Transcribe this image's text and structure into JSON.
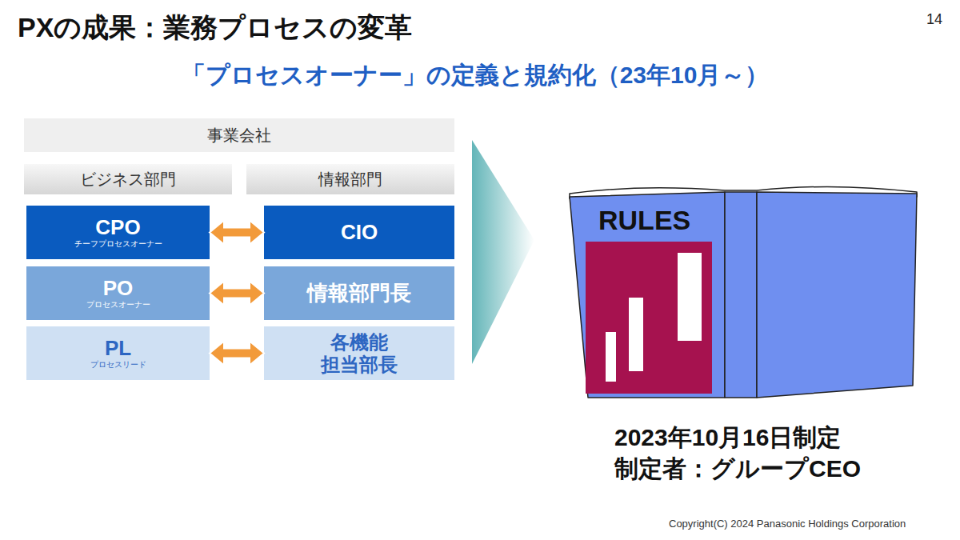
{
  "diagram": {
    "title": "PXの成果：業務プロセスの変革",
    "nodes": [
      {
        "text": [
          "事業会社"
        ]
      },
      {
        "text": [
          "ビジネス部門"
        ]
      },
      {
        "text": [
          "情報部門"
        ]
      },
      {
        "text": [
          "CPO",
          "チーフプロセスオーナー"
        ]
      },
      {
        "text": [
          "CIO"
        ]
      },
      {
        "text": [
          "PO",
          "プロセスオーナー"
        ]
      },
      {
        "text": [
          "情報部門長"
        ]
      },
      {
        "text": [
          "PL",
          "プロセスリード"
        ]
      },
      {
        "text": [
          "各機能 担当部長"
        ]
      }
    ],
    "edges": [
      {
        "from": 3,
        "to": 4,
        "arrow": "both"
      },
      {
        "from": 5,
        "to": 6,
        "arrow": "both"
      },
      {
        "from": 7,
        "to": 8,
        "arrow": "both"
      }
    ],
    "labels": [
      "14",
      "「プロセスオーナー」の定義と規約化（23年10月～）",
      "RULES",
      "2023年10月16日制定",
      "制定者：グループCEO",
      "Copyright(C) 2024 Panasonic Holdings Corporation"
    ]
  }
}
